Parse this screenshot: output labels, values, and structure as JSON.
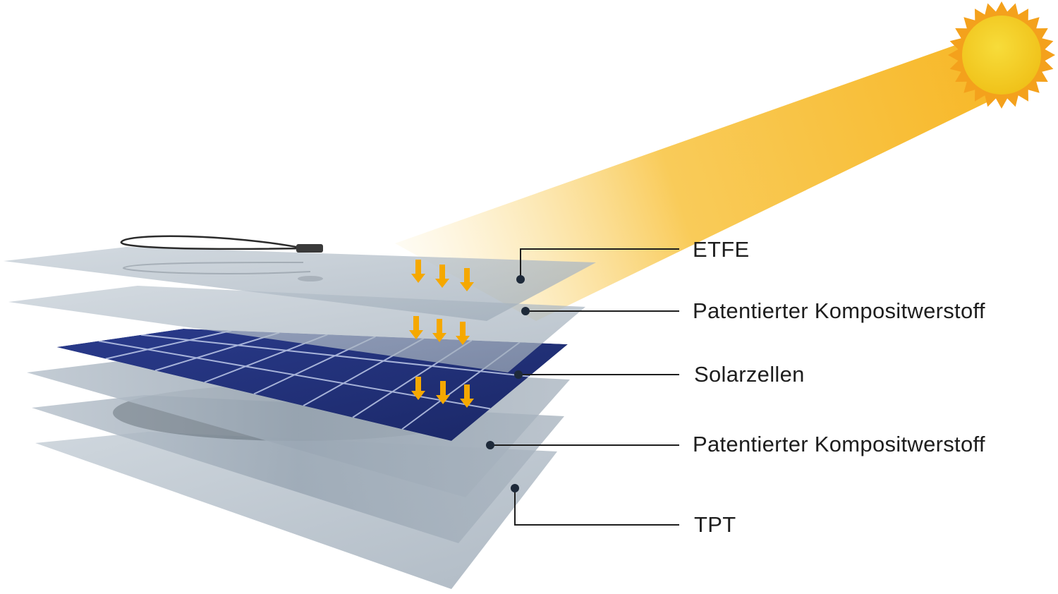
{
  "layers": [
    {
      "id": "etfe",
      "label": "ETFE"
    },
    {
      "id": "composite-top",
      "label": "Patentierter Kompositwerstoff"
    },
    {
      "id": "solar-cells",
      "label": "Solarzellen"
    },
    {
      "id": "composite-bottom",
      "label": "Patentierter Kompositwerstoff"
    },
    {
      "id": "tpt",
      "label": "TPT"
    }
  ],
  "colors": {
    "sun_core": "#f2cc1e",
    "sun_rays": "#f4a11c",
    "beam": "#f7b726",
    "arrows": "#f5a800",
    "cells": "#1f2e78",
    "sheet": "#a3afbb",
    "leader_line": "#1e1e1e"
  }
}
